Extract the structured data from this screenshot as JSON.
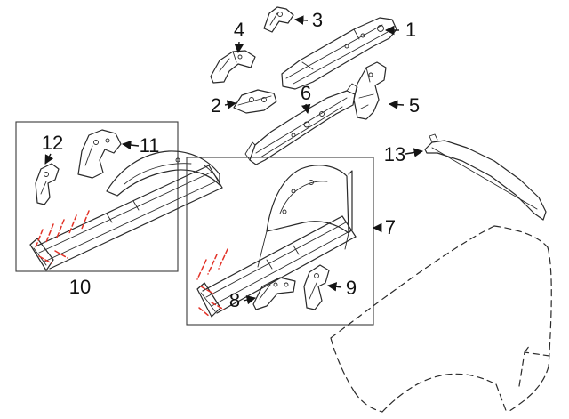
{
  "page": {
    "background": "#ffffff",
    "description": "Exploded auto-body parts diagram: fender aprons, rails, brackets and fender outline"
  },
  "diagram": {
    "line_color": "#2a2a2a",
    "accent_color": "#e23227",
    "callouts": {
      "c1": "1",
      "c2": "2",
      "c3": "3",
      "c4": "4",
      "c5": "5",
      "c6": "6",
      "c7": "7",
      "c8": "8",
      "c9": "9",
      "c10": "10",
      "c11": "11",
      "c12": "12",
      "c13": "13"
    }
  }
}
